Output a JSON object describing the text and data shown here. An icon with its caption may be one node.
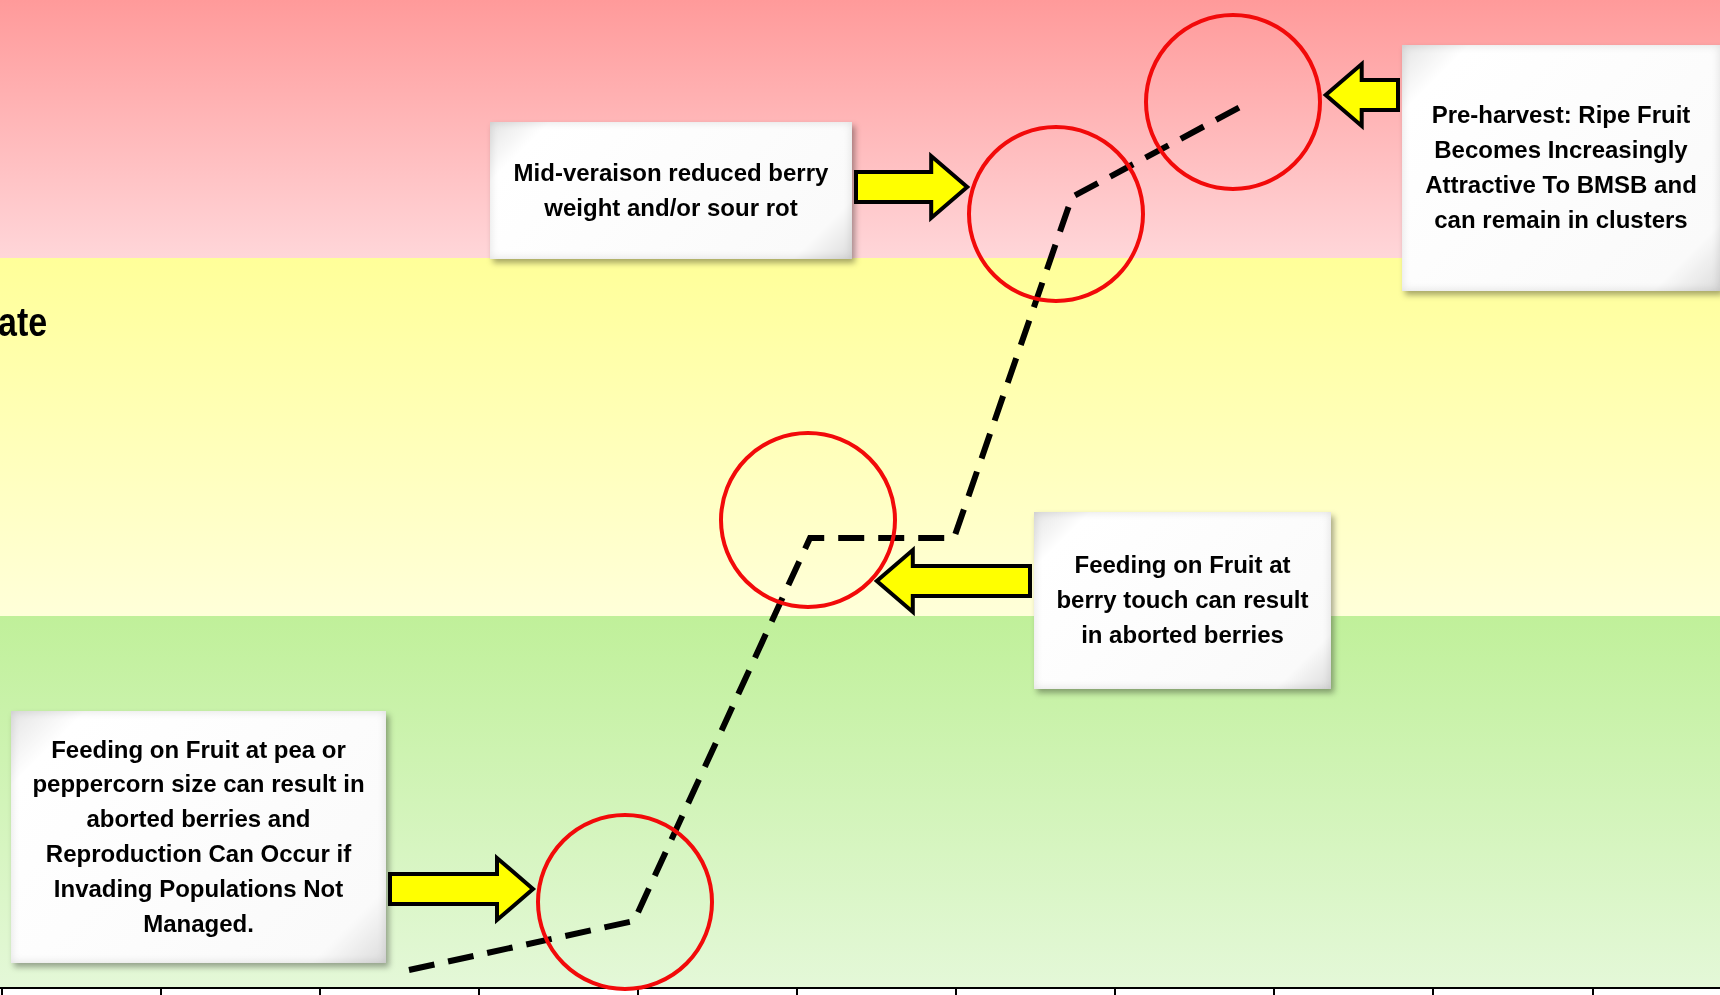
{
  "diagram": {
    "nodes": [
      {
        "text": [
          "Mid-veraison reduced berry weight and/or sour rot"
        ]
      },
      {
        "text": [],
        "shape": "circle"
      },
      {
        "text": [],
        "shape": "circle"
      },
      {
        "text": [
          "Pre-harvest: Ripe Fruit Becomes Increasingly Attractive To BMSB and can remain in clusters"
        ]
      },
      {
        "text": [],
        "shape": "circle"
      },
      {
        "text": [
          "Feeding on Fruit at berry touch can result in aborted berries"
        ]
      },
      {
        "text": [
          "Feeding on Fruit at pea or peppercorn size can result in aborted berries and Reproduction Can Occur if Invading Populations Not Managed."
        ]
      },
      {
        "text": [],
        "shape": "circle"
      }
    ],
    "edges": [
      {
        "from": 0,
        "to": 1,
        "arrow": "to"
      },
      {
        "from": 3,
        "to": 2,
        "arrow": "to"
      },
      {
        "from": 5,
        "to": 4,
        "arrow": "to"
      },
      {
        "from": 6,
        "to": 7,
        "arrow": "to"
      }
    ],
    "labels": [
      "ate"
    ]
  }
}
